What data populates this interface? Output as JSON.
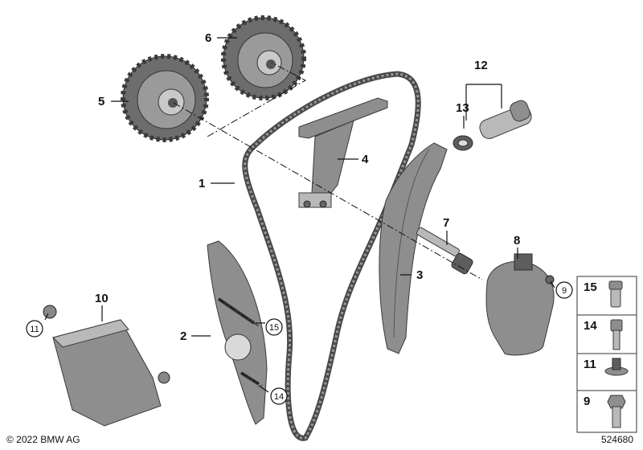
{
  "callouts": {
    "c1": "1",
    "c2": "2",
    "c3": "3",
    "c4": "4",
    "c5": "5",
    "c6": "6",
    "c7": "7",
    "c8": "8",
    "c9": "9",
    "c10": "10",
    "c11": "11",
    "c12": "12",
    "c13": "13",
    "c14": "14",
    "c15": "15"
  },
  "legend": [
    {
      "label": "15"
    },
    {
      "label": "14"
    },
    {
      "label": "11"
    },
    {
      "label": "9"
    }
  ],
  "footer": {
    "copyright": "© 2022 BMW AG",
    "diagram_id": "524680"
  }
}
